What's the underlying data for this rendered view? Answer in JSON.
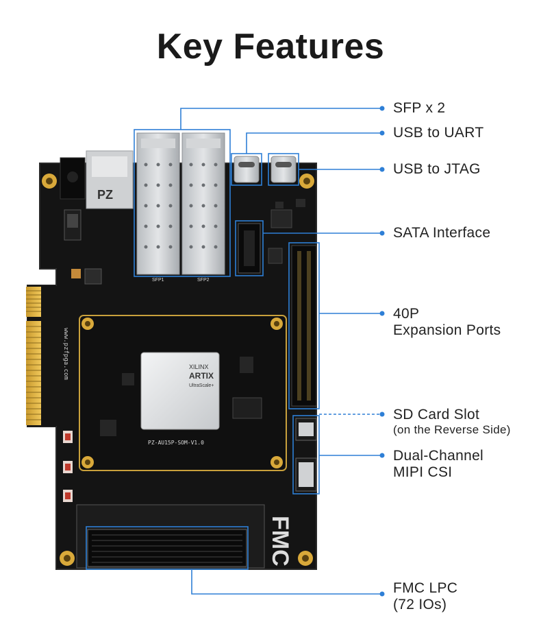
{
  "page": {
    "title": "Key Features"
  },
  "board": {
    "som_label": "PZ-AU15P-SOM-V1.0",
    "chip_vendor": "XILINX",
    "chip_family": "ARTIX",
    "chip_series": "UltraScale+",
    "fmc_logo": "FMC",
    "sfp_labels": [
      "SFP1",
      "SFP2"
    ],
    "pcb_text": "www.pzfpga.com",
    "vendor_logo": "PZ",
    "accent_color": "#2e7fd6"
  },
  "features": [
    {
      "label": "SFP x 2"
    },
    {
      "label": "USB to UART"
    },
    {
      "label": "USB to JTAG"
    },
    {
      "label": "SATA Interface"
    },
    {
      "label": "40P",
      "label2": "Expansion Ports"
    },
    {
      "label": "SD Card Slot",
      "label2": "(on the Reverse Side)"
    },
    {
      "label": "Dual-Channel",
      "label2": "MIPI CSI"
    },
    {
      "label": "FMC LPC",
      "label2": "(72 IOs)"
    }
  ]
}
